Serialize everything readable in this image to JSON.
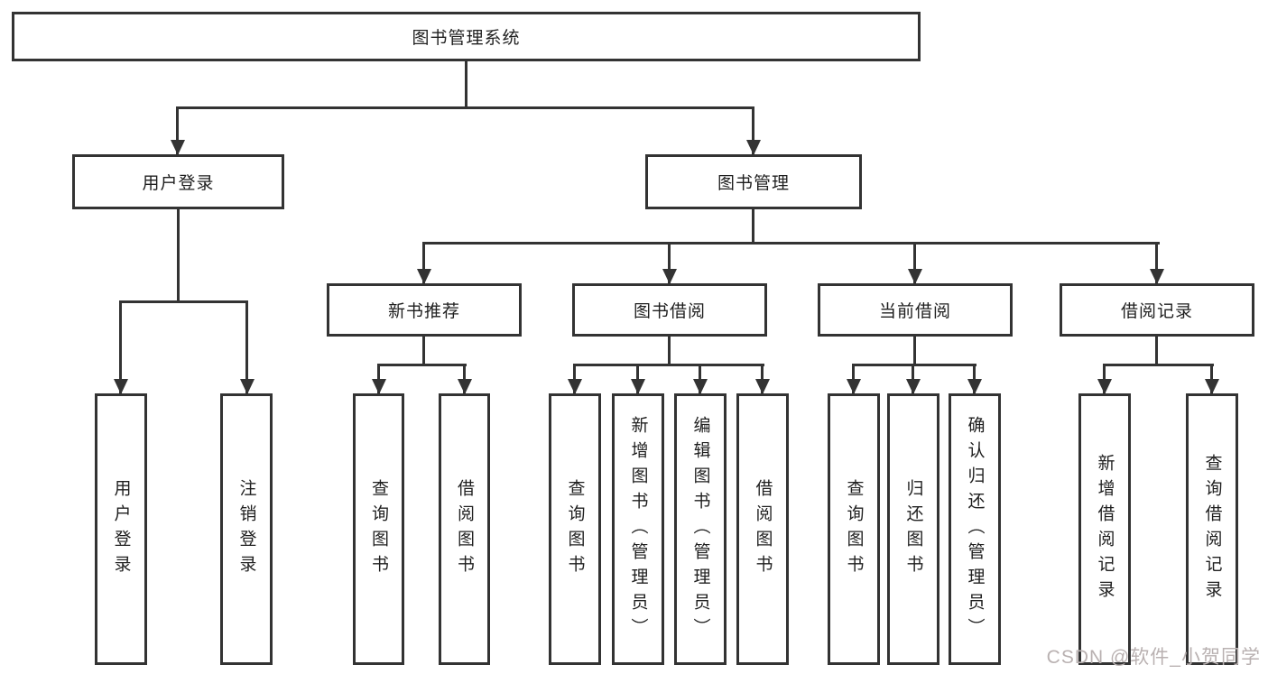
{
  "colors": {
    "background": "#ffffff",
    "line": "#333333",
    "text": "#1f1f1f",
    "watermark": "#b9b1b1"
  },
  "diagram": {
    "type": "org-tree",
    "root": {
      "label": "图书管理系统",
      "children": [
        {
          "label": "用户登录",
          "children": [
            {
              "label": "用户登录"
            },
            {
              "label": "注销登录"
            }
          ]
        },
        {
          "label": "图书管理",
          "children": [
            {
              "label": "新书推荐",
              "children": [
                {
                  "label": "查询图书"
                },
                {
                  "label": "借阅图书"
                }
              ]
            },
            {
              "label": "图书借阅",
              "children": [
                {
                  "label": "查询图书"
                },
                {
                  "label": "新增图书（管理员）"
                },
                {
                  "label": "编辑图书（管理员）"
                },
                {
                  "label": "借阅图书"
                }
              ]
            },
            {
              "label": "当前借阅",
              "children": [
                {
                  "label": "查询图书"
                },
                {
                  "label": "归还图书"
                },
                {
                  "label": "确认归还（管理员）"
                }
              ]
            },
            {
              "label": "借阅记录",
              "children": [
                {
                  "label": "新增借阅记录"
                },
                {
                  "label": "查询借阅记录"
                }
              ]
            }
          ]
        }
      ]
    }
  },
  "watermark": {
    "text": "CSDN @软件_小贺同学"
  }
}
